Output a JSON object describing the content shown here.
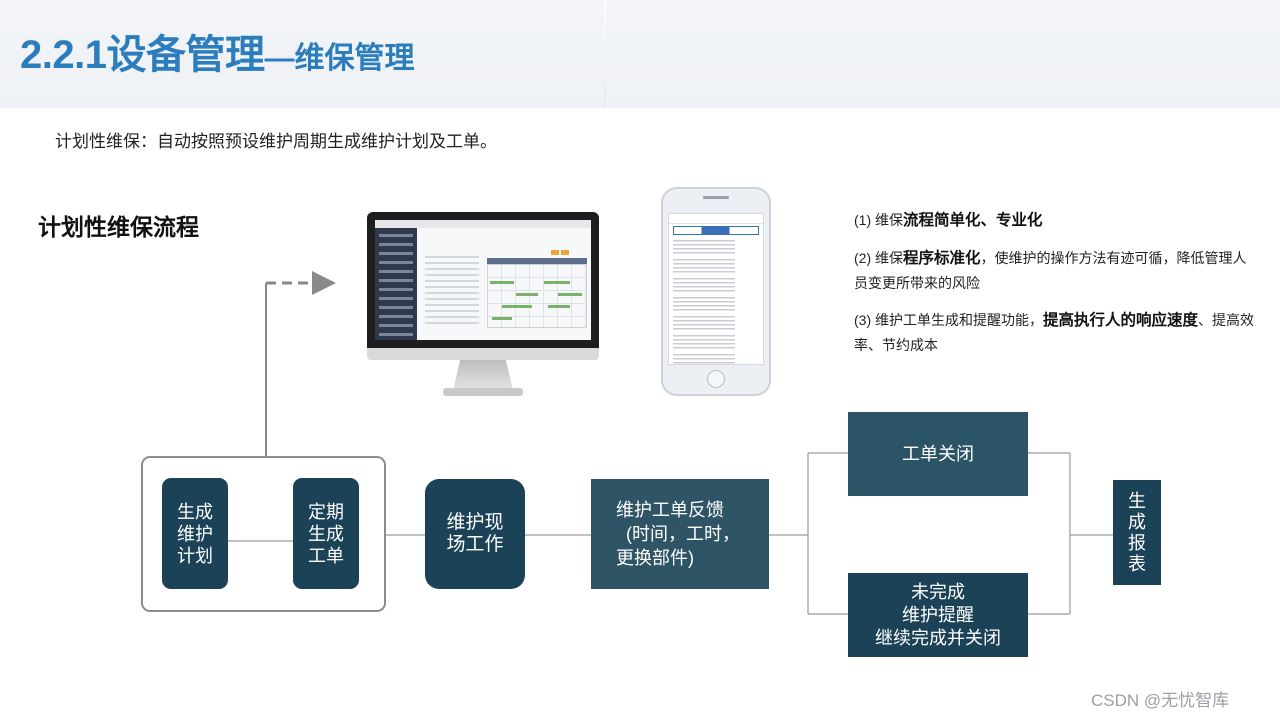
{
  "title": {
    "main": "2.2.1设备管理",
    "sub": "—维保管理"
  },
  "intro": "计划性维保：自动按照预设维护周期生成维护计划及工单。",
  "flow_title": "计划性维保流程",
  "benefits": [
    {
      "prefix": "(1)  维保",
      "bold": "流程简单化、专业化",
      "suffix": ""
    },
    {
      "prefix": "(2)  维保",
      "bold": "程序标准化",
      "suffix": "，使维护的操作方法有迹可循，降低管理人员变更所带来的风险"
    },
    {
      "prefix": "(3)  维护工单生成和提醒功能，",
      "bold": "提高执行人的响应速度",
      "suffix": "、提高效率、节约成本"
    }
  ],
  "nodes": {
    "generate_plan": "生成\n维护\n计划",
    "periodic_order": "定期\n生成\n工单",
    "onsite_work": "维护现\n场工作",
    "feedback": "维护工单反馈\n  (时间，工时，\n更换部件)",
    "order_close": "工单关闭",
    "incomplete": "未完成\n维护提醒\n继续完成并关闭",
    "report": "生\n成\n报\n表"
  },
  "watermark": "CSDN @无忧智库"
}
